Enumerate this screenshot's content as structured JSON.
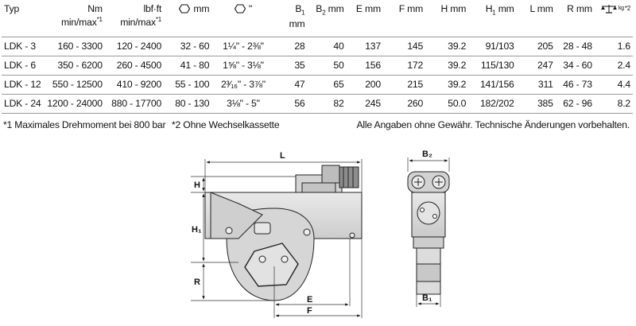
{
  "table": {
    "headers": {
      "typ": "Typ",
      "nm_top": "Nm",
      "nm_bottom": "min/max",
      "nm_sup": "*1",
      "lbf_top": "lbf·ft",
      "lbf_bottom": "min/max",
      "lbf_sup": "*1",
      "hex_mm": "mm",
      "hex_inch": "\"",
      "b1": "B",
      "b1_sub": "1",
      "b1_unit": " mm",
      "b2": "B",
      "b2_sub": "2",
      "b2_unit": " mm",
      "e": "E mm",
      "f": "F mm",
      "h": "H mm",
      "h1": "H",
      "h1_sub": "1",
      "h1_unit": " mm",
      "l": "L mm",
      "r": "R mm",
      "weight_unit": "kg",
      "weight_sup": "*2"
    },
    "rows": [
      {
        "typ": "LDK - 3",
        "nm": "160 - 3300",
        "lbf": "120 - 2400",
        "hex_mm": "32 - 60",
        "hex_in": "1¼\" - 2⅜\"",
        "b1": "28",
        "b2": "40",
        "e": "137",
        "f": "145",
        "h": "39.2",
        "h1": "91/103",
        "l": "205",
        "r": "28 - 48",
        "kg": "1.6"
      },
      {
        "typ": "LDK - 6",
        "nm": "350 - 6200",
        "lbf": "260 - 4500",
        "hex_mm": "41 - 80",
        "hex_in": "1⅝\" - 3⅛\"",
        "b1": "35",
        "b2": "50",
        "e": "156",
        "f": "172",
        "h": "39.2",
        "h1": "115/130",
        "l": "247",
        "r": "34 - 60",
        "kg": "2.4"
      },
      {
        "typ": "LDK - 12",
        "nm": "550 - 12500",
        "lbf": "410 - 9200",
        "hex_mm": "55 - 100",
        "hex_in": "2³⁄₁₆\" - 3⅞\"",
        "b1": "47",
        "b2": "65",
        "e": "200",
        "f": "215",
        "h": "39.2",
        "h1": "141/156",
        "l": "311",
        "r": "46 - 73",
        "kg": "4.4"
      },
      {
        "typ": "LDK - 24",
        "nm": "1200 - 24000",
        "lbf": "880 - 17700",
        "hex_mm": "80 - 130",
        "hex_in": "3⅛\" - 5\"",
        "b1": "56",
        "b2": "82",
        "e": "245",
        "f": "260",
        "h": "50.0",
        "h1": "182/202",
        "l": "385",
        "r": "62 - 96",
        "kg": "8.2"
      }
    ]
  },
  "notes": {
    "note1": "*1 Maximales Drehmoment bei 800 bar",
    "note2": "*2 Ohne Wechselkassette",
    "disclaimer": "Alle Angaben ohne Gewähr. Technische Änderungen vorbehalten."
  },
  "drawing": {
    "label_l": "L",
    "label_h": "H",
    "label_h1": "H₁",
    "label_r": "R",
    "label_e": "E",
    "label_f": "F",
    "label_b2": "B₂",
    "label_b1": "B₁"
  }
}
